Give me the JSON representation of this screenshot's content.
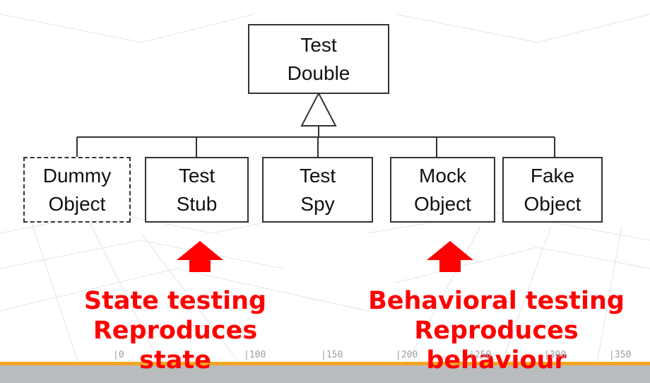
{
  "diagram": {
    "root": {
      "line1": "Test",
      "line2": "Double"
    },
    "children": [
      {
        "id": "dummy",
        "line1": "Dummy",
        "line2": "Object",
        "dashed": true
      },
      {
        "id": "stub",
        "line1": "Test",
        "line2": "Stub"
      },
      {
        "id": "spy",
        "line1": "Test",
        "line2": "Spy"
      },
      {
        "id": "mock",
        "line1": "Mock",
        "line2": "Object"
      },
      {
        "id": "fake",
        "line1": "Fake",
        "line2": "Object"
      }
    ]
  },
  "annotations": {
    "state": {
      "line1": "State testing",
      "line2": "Reproduces",
      "line3": "state",
      "color": "#ff0000"
    },
    "behavior": {
      "line1": "Behavioral testing",
      "line2": "Reproduces",
      "line3": "behaviour",
      "color": "#ff0000"
    }
  },
  "ruler": {
    "ticks": [
      "|0",
      "|100",
      "|150",
      "|200",
      "|250",
      "|300",
      "|350"
    ]
  }
}
